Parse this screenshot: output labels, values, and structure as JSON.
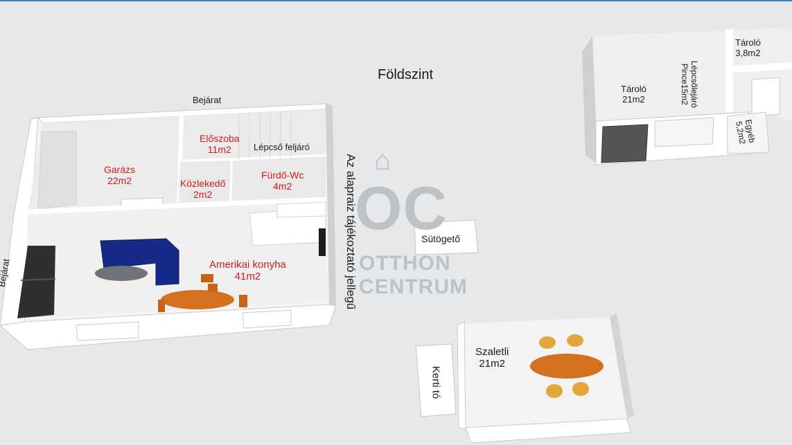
{
  "level_title": "Földszint",
  "rooms": {
    "garage": {
      "name": "Garázs",
      "area": "22m2"
    },
    "hall": {
      "name": "Előszoba",
      "area": "11m2"
    },
    "corridor": {
      "name": "Közlekedő",
      "area": "2m2"
    },
    "bath": {
      "name": "Fürdő-Wc",
      "area": "4m2"
    },
    "kitchen": {
      "name": "Amerikai konyha",
      "area": "41m2"
    },
    "storage_main": {
      "name": "Tároló",
      "area": "21m2"
    },
    "storage_small": {
      "name": "Tároló",
      "area": "3,8m2"
    },
    "basement_stair": {
      "name": "Lépcsőlejáró",
      "area": "Pince15m2"
    },
    "other": {
      "name": "Egyéb",
      "area": "5,2m2"
    },
    "pavilion": {
      "name": "Szaletli",
      "area": "21m2"
    }
  },
  "labels": {
    "entrance_top": "Bejárat",
    "entrance_left": "Bejárat",
    "stair_up": "Lépcső feljáró",
    "bbq": "Sütögető",
    "garden_pond": "Kerti tó",
    "disclaimer": "Az alapraiz tájékoztató jellegű"
  },
  "watermark": {
    "logo": "OC",
    "line1": "OTTHON",
    "line2": "CENTRUM"
  }
}
